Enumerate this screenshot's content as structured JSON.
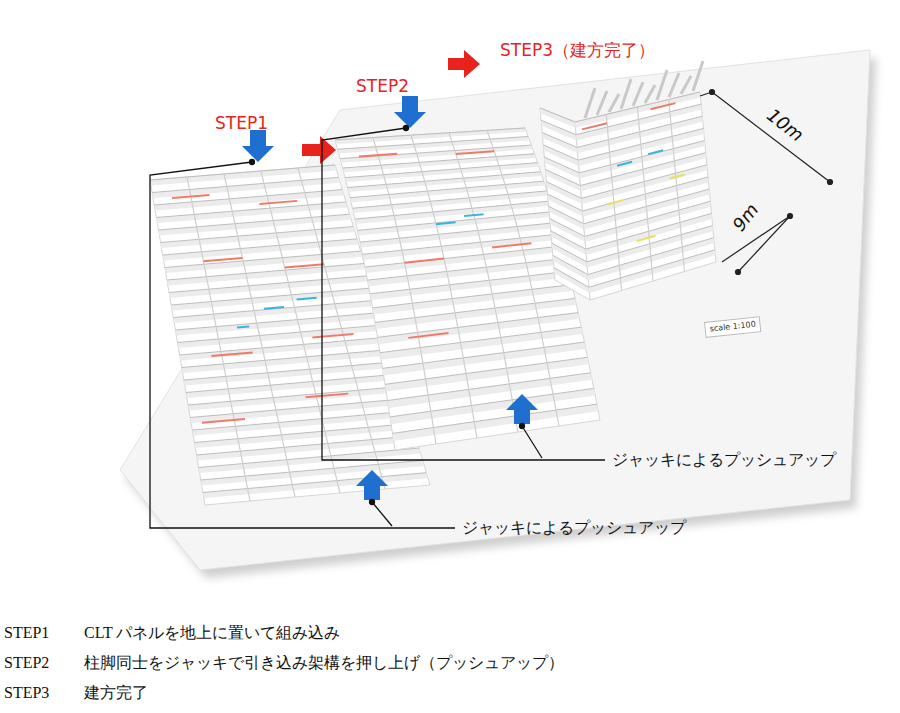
{
  "diagram": {
    "labels": [
      "STEP1",
      "STEP2",
      "STEP3（建方完了）",
      "10m",
      "9m",
      "scale 1:100",
      "ジャッキによるプッシュアップ",
      "ジャッキによるプッシュアップ",
      "STEP1",
      "CLT パネルを地上に置いて組み込み",
      "STEP2",
      "柱脚同士をジャッキで引き込み架構を押し上げ（プッシュアップ）",
      "STEP3",
      "建方完了"
    ]
  }
}
